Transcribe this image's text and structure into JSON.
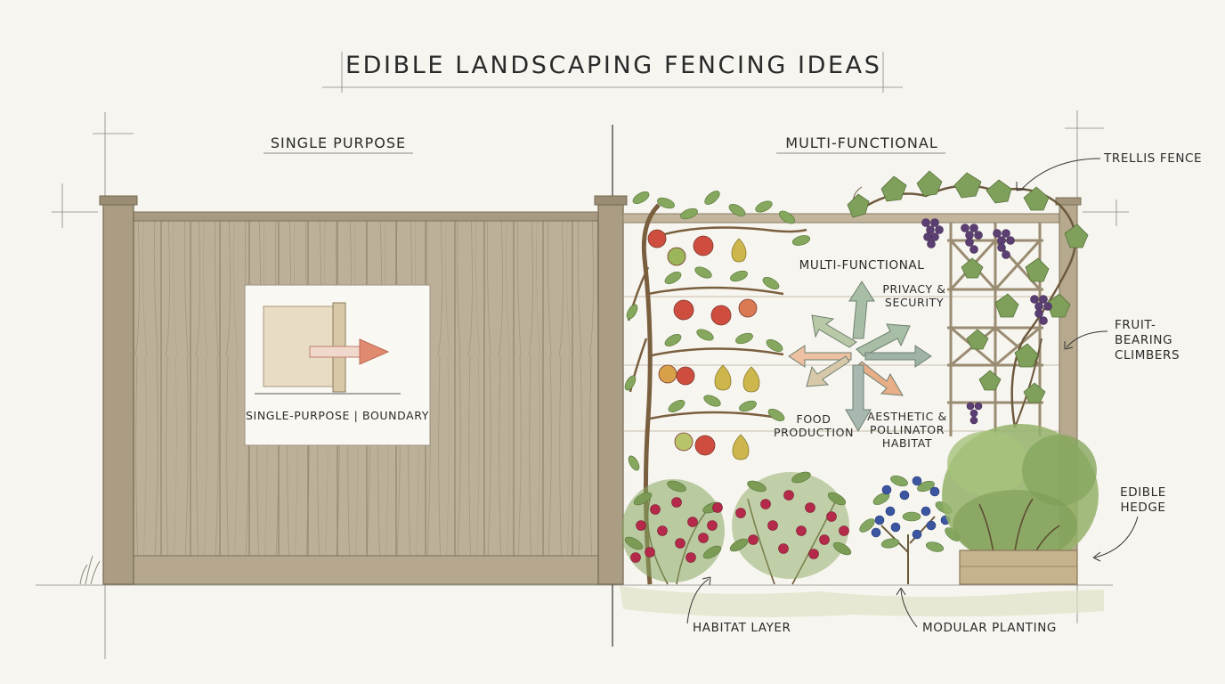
{
  "title": "EDIBLE LANDSCAPING FENCING IDEAS",
  "left_panel": {
    "heading": "SINGLE PURPOSE",
    "inset_caption": "SINGLE-PURPOSE | BOUNDARY"
  },
  "right_panel": {
    "heading": "MULTI-FUNCTIONAL",
    "center_label": "MULTI-FUNCTIONAL",
    "benefit_privacy": "PRIVACY & SECURITY",
    "benefit_food": "FOOD PRODUCTION",
    "benefit_aesthetic": "AESTHETIC & POLLINATOR HABITAT"
  },
  "callouts": {
    "trellis": "TRELLIS FENCE",
    "climbers": "FRUIT-BEARING CLIMBERS",
    "hedge": "EDIBLE HEDGE",
    "habitat": "HABITAT LAYER",
    "modular": "MODULAR PLANTING"
  },
  "colors": {
    "paper": "#f7f5ef",
    "wood": "#b8ab93",
    "wood_dark": "#8a7d66",
    "leaf": "#7fa05a",
    "apple": "#c9453a",
    "pear": "#c9b24a",
    "grape": "#5b3f72",
    "blueberry": "#3b55a0",
    "raspberry": "#b52a4a",
    "arrow_green": "#8aa58e",
    "arrow_orange": "#e0a07a"
  }
}
